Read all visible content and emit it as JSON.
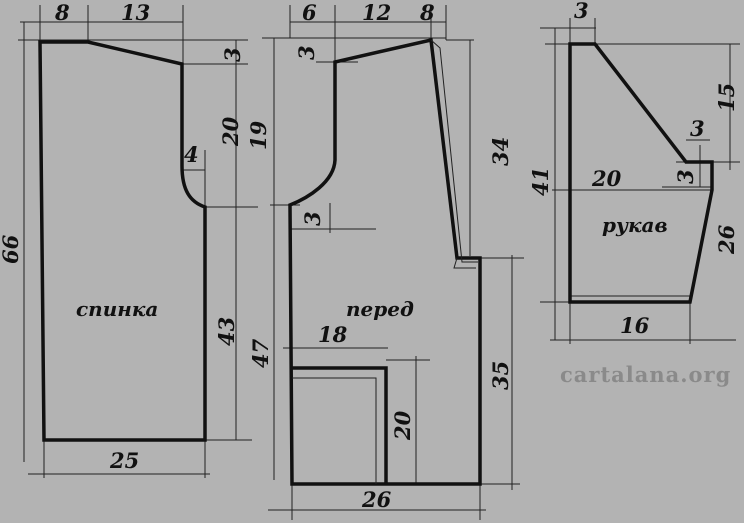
{
  "pieces": {
    "back": {
      "label": "спинка",
      "dims": {
        "shoulder_left": "8",
        "shoulder_width": "13",
        "shoulder_drop": "3",
        "armhole_depth": "20",
        "armhole_width": "4",
        "total_length": "66",
        "side_length": "43",
        "bottom_width": "25"
      }
    },
    "front": {
      "label": "перед",
      "dims": {
        "neck_width": "6",
        "shoulder_width": "12",
        "collar": "8",
        "shoulder_drop": "3",
        "armhole_depth": "19",
        "armhole_width": "3",
        "upper_length": "34",
        "lower_length": "47",
        "side_length": "35",
        "pocket_width": "18",
        "pocket_height": "20",
        "bottom_width": "26"
      }
    },
    "sleeve": {
      "label": "рукав",
      "dims": {
        "top_width": "3",
        "cap_height": "15",
        "cuff_width": "3",
        "cuff_height": "3",
        "upper_width": "20",
        "total_length": "41",
        "side_length": "26",
        "bottom_width": "16"
      }
    }
  },
  "watermark": "cartalana.org"
}
